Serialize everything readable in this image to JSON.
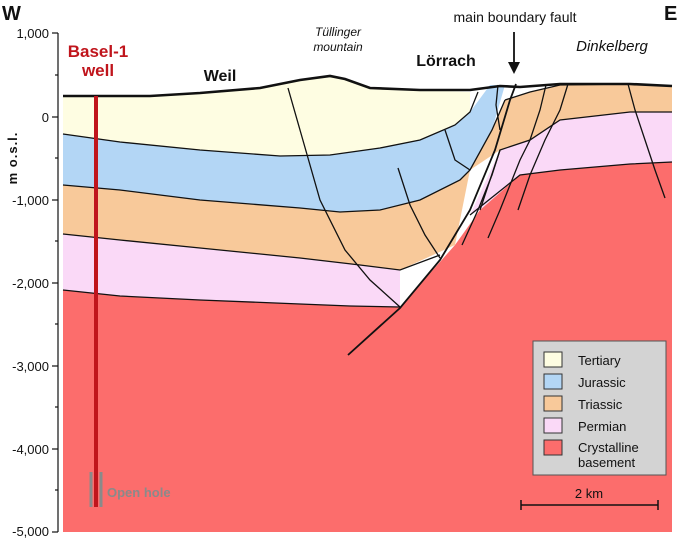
{
  "directions": {
    "west": "W",
    "east": "E"
  },
  "axis": {
    "label": "m o.s.l.",
    "ticks": [
      "1,000",
      "0",
      "-1,000",
      "-2,000",
      "-3,000",
      "-4,000",
      "-5,000"
    ]
  },
  "well": {
    "name_line1": "Basel-1",
    "name_line2": "well",
    "open_hole_label": "Open hole"
  },
  "places": {
    "weil": "Weil",
    "tullinger_line1": "Tüllinger",
    "tullinger_line2": "mountain",
    "lorrach": "Lörrach",
    "dinkelberg": "Dinkelberg",
    "fault_label": "main boundary fault"
  },
  "scale_bar": {
    "label": "2 km"
  },
  "legend": [
    {
      "label": "Tertiary",
      "color": "#fefde2"
    },
    {
      "label": "Jurassic",
      "color": "#b3d6f5"
    },
    {
      "label": "Triassic",
      "color": "#f8c99a"
    },
    {
      "label": "Permian",
      "color": "#fad9f7"
    },
    {
      "label": "Crystalline",
      "label2": "basement",
      "color": "#fc6d6c"
    }
  ],
  "colors": {
    "tertiary": "#fefde2",
    "jurassic": "#b3d6f5",
    "triassic": "#f8c99a",
    "permian": "#fad9f7",
    "basement": "#fc6d6c",
    "well": "#c0151c",
    "open_hole": "#8a8a8a",
    "legend_bg": "#d3d3d3"
  }
}
